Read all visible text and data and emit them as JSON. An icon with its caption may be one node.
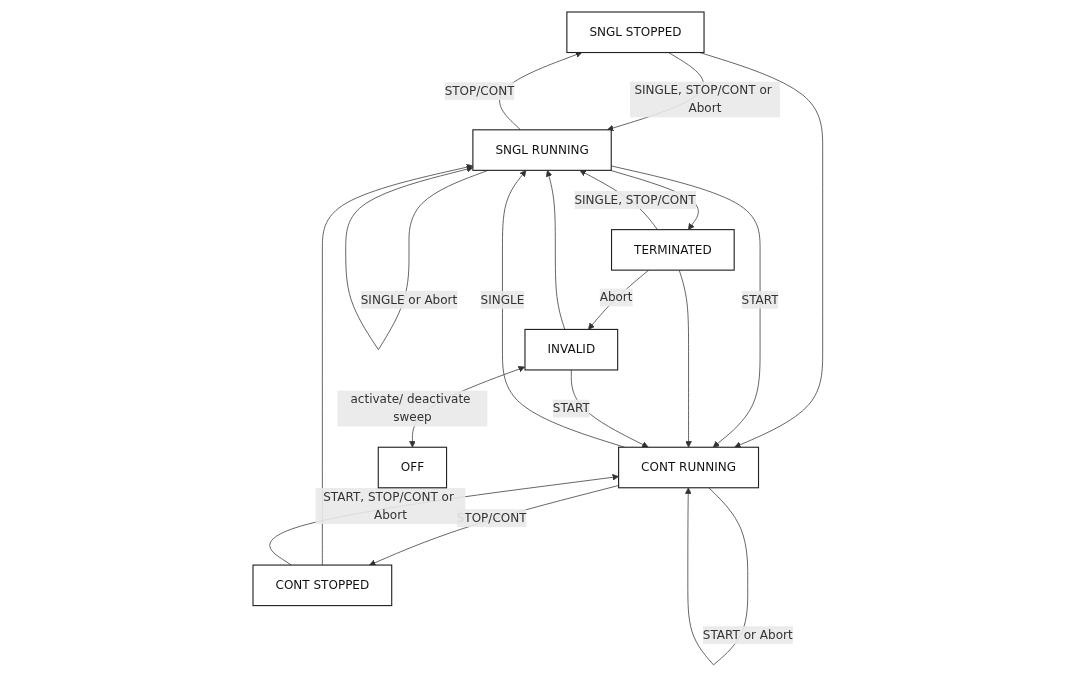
{
  "diagram": {
    "nodes": [
      {
        "text": [
          "SNGL STOPPED"
        ]
      },
      {
        "text": [
          "SNGL RUNNING"
        ]
      },
      {
        "text": [
          "TERMINATED"
        ]
      },
      {
        "text": [
          "CONT STOPPED"
        ]
      },
      {
        "text": [
          "CONT RUNNING"
        ]
      },
      {
        "text": [
          "INVALID"
        ]
      },
      {
        "text": [
          "OFF"
        ]
      }
    ],
    "edges": [
      {
        "from": 0,
        "to": 1,
        "arrow": "to",
        "label": "SINGLE, STOP/CONT or Abort"
      },
      {
        "from": 1,
        "to": 1,
        "arrow": "to",
        "label": "SINGLE or Abort"
      },
      {
        "from": 2,
        "to": 1,
        "arrow": "to",
        "label": "SINGLE, STOP/CONT"
      },
      {
        "from": 1,
        "to": 0,
        "arrow": "to",
        "label": "STOP/CONT"
      },
      {
        "from": 1,
        "to": 2,
        "arrow": "to"
      },
      {
        "from": 2,
        "to": 5,
        "arrow": "to",
        "label": "Abort"
      },
      {
        "from": 3,
        "to": 1,
        "arrow": "to"
      },
      {
        "from": 4,
        "to": 1,
        "arrow": "to",
        "label": "SINGLE"
      },
      {
        "from": 5,
        "to": 1,
        "arrow": "to"
      },
      {
        "from": 0,
        "to": 4,
        "arrow": "to"
      },
      {
        "from": 1,
        "to": 4,
        "arrow": "to",
        "label": "START"
      },
      {
        "from": 2,
        "to": 4,
        "arrow": "to"
      },
      {
        "from": 4,
        "to": 3,
        "arrow": "to",
        "label": "STOP/CONT"
      },
      {
        "from": 3,
        "to": 4,
        "arrow": "to",
        "label": "START, STOP/CONT or Abort"
      },
      {
        "from": 4,
        "to": 4,
        "arrow": "to",
        "label": "START or Abort"
      },
      {
        "from": 5,
        "to": 4,
        "arrow": "to",
        "label": "START"
      },
      {
        "from": 5,
        "to": 6,
        "arrow": "both",
        "label": "activate/ deactivate sweep"
      }
    ]
  }
}
